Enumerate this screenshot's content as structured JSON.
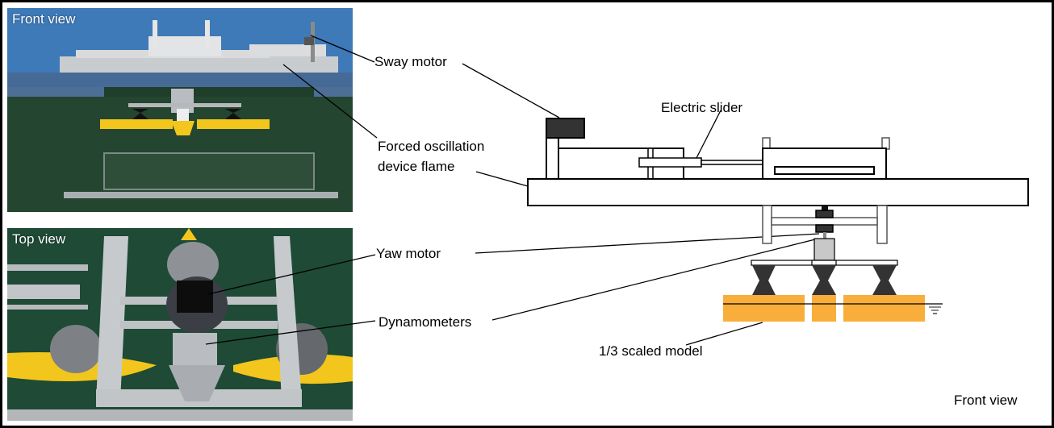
{
  "photos": {
    "front": {
      "caption": "Front view"
    },
    "top": {
      "caption": "Top view"
    }
  },
  "labels": {
    "sway_motor": "Sway motor",
    "forced_oscillation_line1": "Forced oscillation",
    "forced_oscillation_line2": "device flame",
    "electric_slider": "Electric slider",
    "yaw_motor": "Yaw motor",
    "dynamometers": "Dynamometers",
    "scaled_model": "1/3 scaled model",
    "diagram_view": "Front view"
  },
  "colors": {
    "model_orange": "#F9AE3B",
    "motor_dark": "#333333",
    "dynamometer_gray": "#C8C8C8",
    "float_yellow": "#F2C61C",
    "tank_blue": "#3E79B8",
    "water_green": "#1F3F2A"
  }
}
